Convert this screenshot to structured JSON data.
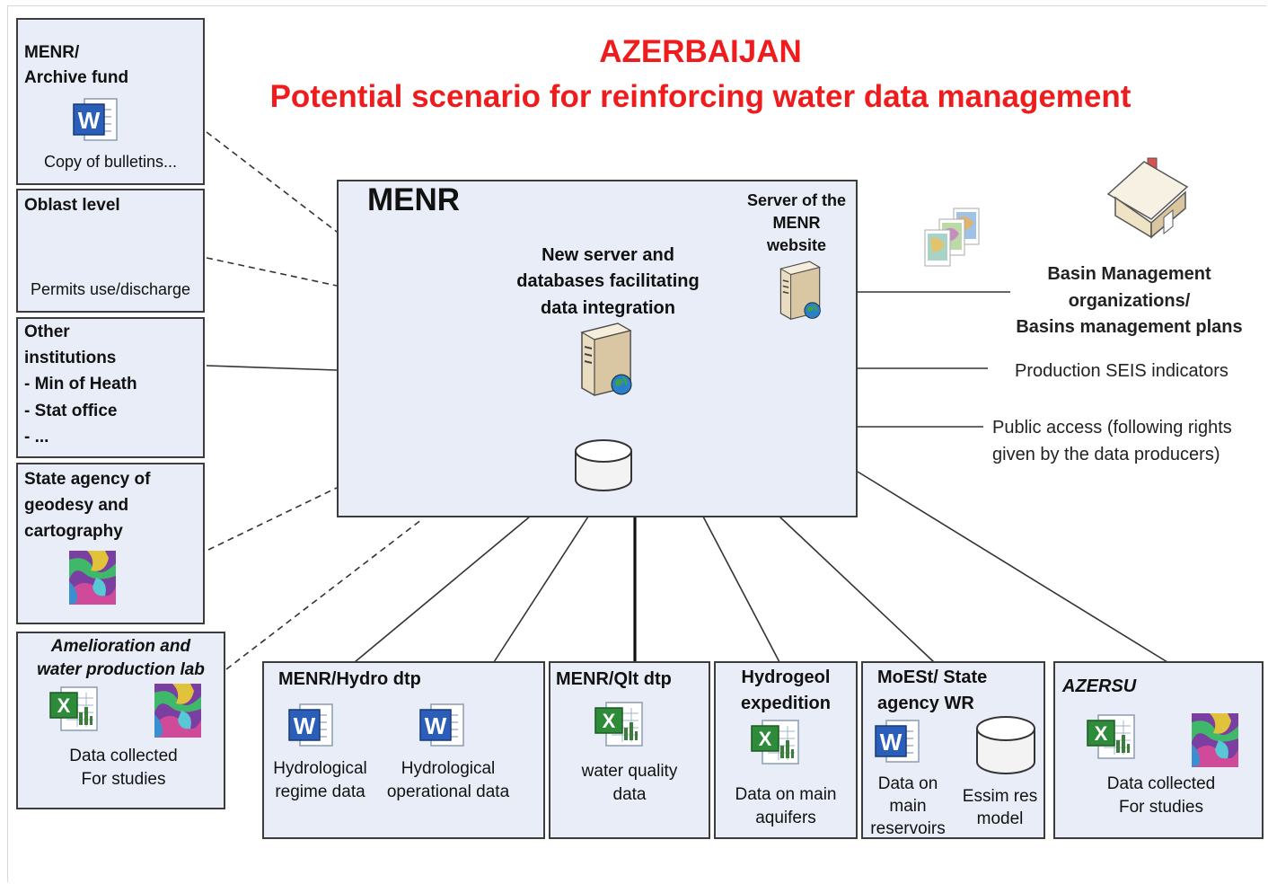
{
  "title": {
    "line1": "AZERBAIJAN",
    "line2": "Potential scenario  for reinforcing water data management"
  },
  "left_boxes": {
    "archive": {
      "title_1": "MENR/",
      "title_2": "Archive fund",
      "caption": "Copy of bulletins..."
    },
    "oblast": {
      "title": "Oblast level",
      "caption": "Permits use/discharge"
    },
    "other": {
      "l1": "Other",
      "l2": "institutions",
      "l3": "- Min of Heath",
      "l4": "- Stat office",
      "l5": "- ..."
    },
    "geodesy": {
      "l1": "State agency of",
      "l2": "geodesy and",
      "l3": "cartography"
    },
    "amelioration": {
      "l1": "Amelioration and",
      "l2": "water production lab",
      "c1": "Data collected",
      "c2": "For studies"
    }
  },
  "center": {
    "title": "MENR",
    "server_label": {
      "l1": "New server  and",
      "l2": "databases facilitating",
      "l3": "data integration"
    },
    "website_label": {
      "l1": "Server of the",
      "l2": "MENR",
      "l3": "website"
    }
  },
  "right": {
    "basin": {
      "l1": "Basin Management",
      "l2": "organizations/",
      "l3": "Basins management plans"
    },
    "seis": "Production SEIS indicators",
    "public": {
      "l1": "Public access (following rights",
      "l2": "given by the data producers)"
    }
  },
  "bottom_boxes": {
    "hydro": {
      "title": "MENR/Hydro dtp",
      "a1": "Hydrological",
      "a2": "regime data",
      "b1": "Hydrological",
      "b2": "operational data"
    },
    "qlt": {
      "title": "MENR/Qlt dtp",
      "c1": "water quality",
      "c2": "data"
    },
    "hydrogeol": {
      "t1": "Hydrogeol",
      "t2": "expedition",
      "c1": "Data on main",
      "c2": "aquifers"
    },
    "moest": {
      "t1": "MoESt/ State",
      "t2": "agency WR",
      "a1": "Data on",
      "a2": "main",
      "a3": "reservoirs",
      "b1": "Essim res",
      "b2": "model"
    },
    "azersu": {
      "title": "AZERSU",
      "c1": "Data collected",
      "c2": "For studies"
    }
  },
  "icons": {
    "word": "word-document-icon",
    "excel": "excel-spreadsheet-icon",
    "map": "colored-map-icon",
    "server": "server-icon",
    "database": "database-cylinder-icon",
    "house": "house-icon",
    "documents": "map-documents-icon"
  },
  "colors": {
    "title": "#ee1c1c",
    "box_fill": "#e8edf7",
    "border": "#3c3c3c"
  }
}
